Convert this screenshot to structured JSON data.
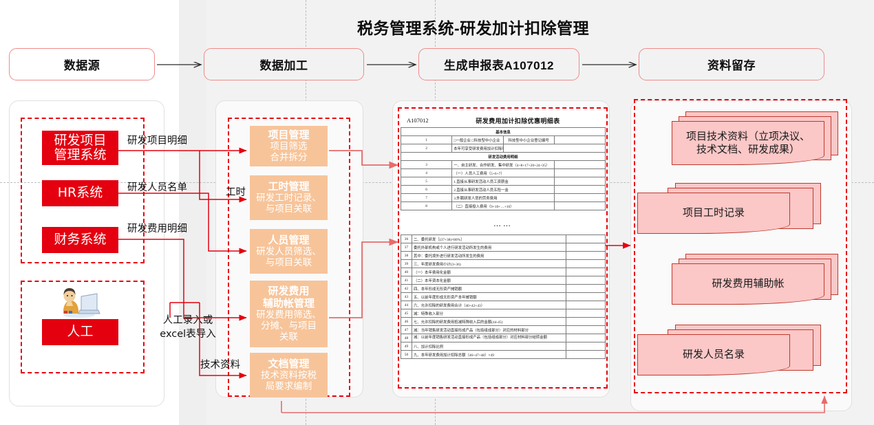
{
  "title": "税务管理系统-研发加计扣除管理",
  "stages": [
    {
      "id": "data-source",
      "label": "数据源"
    },
    {
      "id": "data-processing",
      "label": "数据加工"
    },
    {
      "id": "generate-form",
      "label": "生成申报表A107012"
    },
    {
      "id": "archive",
      "label": "资料留存"
    }
  ],
  "sources": {
    "systems": [
      {
        "id": "rd-project-system",
        "line1": "研发项目",
        "line2": "管理系统"
      },
      {
        "id": "hr-system",
        "line1": "HR系统",
        "line2": ""
      },
      {
        "id": "finance-system",
        "line1": "财务系统",
        "line2": ""
      }
    ],
    "manual": {
      "id": "manual",
      "line1": "人工",
      "line2": "",
      "icon": "person-at-computer-icon"
    }
  },
  "connector_labels": [
    {
      "id": "rd-project-detail",
      "text": "研发项目明细"
    },
    {
      "id": "rd-staff-roster",
      "text": "研发人员名单"
    },
    {
      "id": "rd-expense-detail",
      "text": "研发费用明细"
    },
    {
      "id": "worktime",
      "text": "工时"
    },
    {
      "id": "manual-entry",
      "text": "人工录入或"
    },
    {
      "id": "manual-entry-2",
      "text": "excel表导入"
    },
    {
      "id": "tech-docs",
      "text": "技术资料"
    }
  ],
  "processes": [
    {
      "id": "project-management",
      "head": "项目管理",
      "body": [
        "项目筛选",
        "合并拆分"
      ]
    },
    {
      "id": "worktime-management",
      "head": "工时管理",
      "body": [
        "研发工时记录、",
        "与项目关联"
      ]
    },
    {
      "id": "staff-management",
      "head": "人员管理",
      "body": [
        "研发人员筛选、",
        "与项目关联"
      ]
    },
    {
      "id": "expense-ledger-management",
      "head": "研发费用\n辅助帐管理",
      "head_lines": [
        "研发费用",
        "辅助帐管理"
      ],
      "body": [
        "研发费用筛选、",
        "分摊、与项目",
        "关联"
      ]
    },
    {
      "id": "document-management",
      "head": "文档管理",
      "body": [
        "技术资料按税",
        "局要求编制"
      ]
    }
  ],
  "form": {
    "code": "A107012",
    "name": "研发费用加计扣除优惠明细表",
    "section1": "基本信息",
    "section2": "研发活动费用明细",
    "ellipsis": "……",
    "rows_top": [
      {
        "no": "1",
        "label": "□一般企业        □科技型中小企业",
        "val": "",
        "val2_label": "科技型中小企业登记编号",
        "val2": "",
        "split": true
      },
      {
        "no": "2",
        "label": "本年可享受研发费用加计扣除项目数量",
        "val": "",
        "indent": 0
      },
      {
        "no": "3",
        "label": "一、自主研发、合作研发、集中研发（4+8+17+20+24+35）",
        "val": "",
        "indent": 0
      },
      {
        "no": "4",
        "label": "（一）人员人工费用（5+6+7）",
        "val": "",
        "indent": 1
      },
      {
        "no": "5",
        "label": "1.直接从事研发活动人员工资薪金",
        "val": "",
        "indent": 2
      },
      {
        "no": "6",
        "label": "2.直接从事研发活动人员五险一金",
        "val": "",
        "indent": 2
      },
      {
        "no": "7",
        "label": "3.外聘研发人员的劳务费用",
        "val": "",
        "indent": 2
      },
      {
        "no": "8",
        "label": "（二）直接投入费用（9+10+…+16）",
        "val": "",
        "indent": 1
      }
    ],
    "rows_bottom": [
      {
        "no": "36",
        "label": "二、委托研发［(37+38)×80%］",
        "val": "",
        "indent": 0
      },
      {
        "no": "37",
        "label": "委托外部机构或个人进行研发活动所发生的费用",
        "val": "",
        "indent": 1
      },
      {
        "no": "38",
        "label": "其中：委托境外进行研发活动所发生的费用",
        "val": "",
        "indent": 2
      },
      {
        "no": "39",
        "label": "三、年度研发费用小计(3+36)",
        "val": "",
        "indent": 0
      },
      {
        "no": "40",
        "label": "（一）本年费用化金额",
        "val": "",
        "indent": 1
      },
      {
        "no": "41",
        "label": "（二）本年资本化金额",
        "val": "",
        "indent": 1
      },
      {
        "no": "42",
        "label": "四、本年形成无形资产摊销额",
        "val": "",
        "indent": 0
      },
      {
        "no": "43",
        "label": "五、以前年度形成无形资产本年摊销额",
        "val": "",
        "indent": 0
      },
      {
        "no": "44",
        "label": "六、允许扣除的研发费用合计（40+42+43）",
        "val": "",
        "indent": 0
      },
      {
        "no": "45",
        "label": "减：特殊收入部分",
        "val": "",
        "indent": 1
      },
      {
        "no": "46",
        "label": "七、允许扣除的研发费用抵减特殊收入后的金额(44-45)",
        "val": "",
        "indent": 0
      },
      {
        "no": "47",
        "label": "减：当年销售研发活动直接形成产品（包括组成部分）对应的材料部分",
        "val": "",
        "indent": 1
      },
      {
        "no": "48",
        "label": "减：以前年度销售研发活动直接形成产品（包括组成部分）对应材料部分结转金额",
        "val": "",
        "indent": 1,
        "tall": true
      },
      {
        "no": "49",
        "label": "八、加计扣除比例",
        "val": "",
        "indent": 0
      },
      {
        "no": "50",
        "label": "九、本年研发费用加计扣除总额（46+47+48）×49",
        "val": "",
        "indent": 0
      }
    ]
  },
  "archive_docs": [
    {
      "id": "project-tech-materials",
      "lines": [
        "项目技术资料（立项决议、",
        "技术文档、研发成果）"
      ]
    },
    {
      "id": "project-worktime-records",
      "lines": [
        "项目工时记录"
      ]
    },
    {
      "id": "rd-expense-ledger",
      "lines": [
        "研发费用辅助帐"
      ]
    },
    {
      "id": "rd-staff-directory",
      "lines": [
        "研发人员名录"
      ]
    }
  ],
  "colors": {
    "red": "#e4000f",
    "dashed_red": "#e8000d",
    "orange": "#f7c49a",
    "pink": "#fbc7c7",
    "pink_border": "#c0392b",
    "panel_grey": "#f2f2f2",
    "pill_border": "#f08a8a"
  }
}
